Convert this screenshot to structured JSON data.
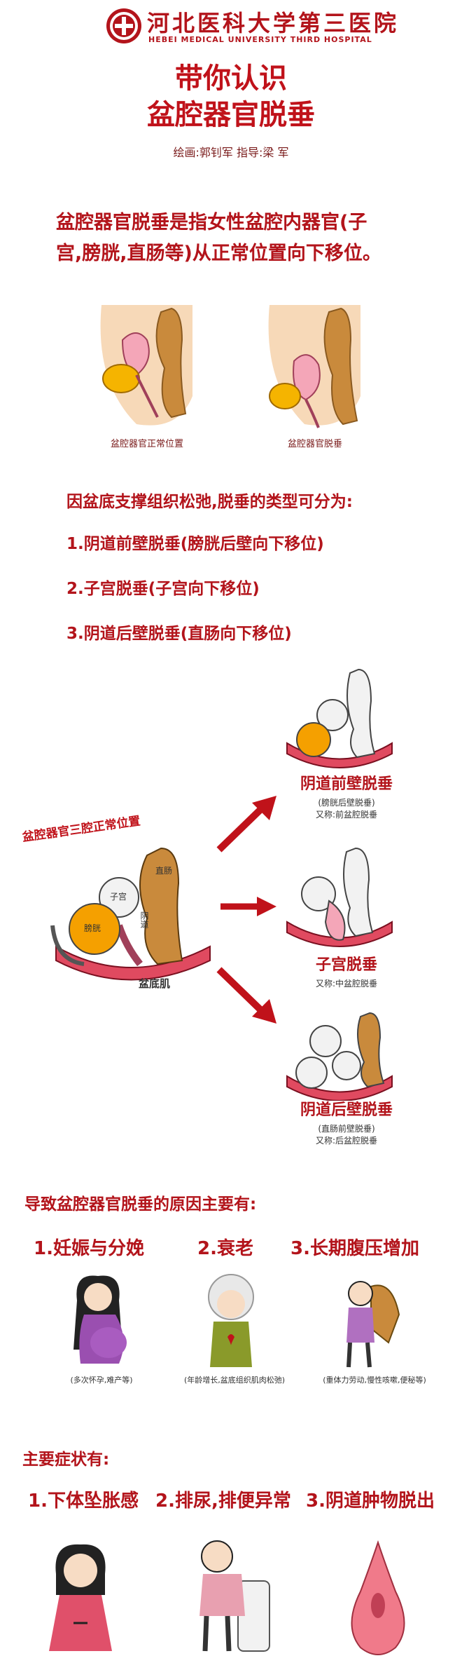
{
  "header": {
    "hospital_cn": "河北医科大学第三医院",
    "hospital_en": "HEBEI MEDICAL UNIVERSITY THIRD HOSPITAL"
  },
  "title": {
    "line1": "带你认识",
    "line2": "盆腔器官脱垂",
    "credits": "绘画:郭钊军  指导:梁 军"
  },
  "intro": {
    "text_line1": "盆腔器官脱垂是指女性盆腔内器官(子",
    "text_line2": "宫,膀胱,直肠等)从正常位置向下移位。"
  },
  "comparison": {
    "normal_caption": "盆腔器官正常位置",
    "prolapse_caption": "盆腔器官脱垂"
  },
  "types": {
    "heading": "因盆底支撑组织松弛,脱垂的类型可分为:",
    "items": [
      "1.阴道前壁脱垂(膀胱后壁向下移位)",
      "2.子宫脱垂(子宫向下移位)",
      "3.阴道后壁脱垂(直肠向下移位)"
    ]
  },
  "diagram": {
    "center_label": "盆腔器官三腔正常位置",
    "organ_uterus": "子宫",
    "organ_bladder": "膀胱",
    "organ_rectum": "直肠",
    "organ_vagina": "阴道",
    "pelvic_floor": "盆底肌",
    "outcomes": [
      {
        "title": "阴道前壁脱垂",
        "sub1": "(膀胱后壁脱垂)",
        "sub2": "又称:前盆腔脱垂"
      },
      {
        "title": "子宫脱垂",
        "sub1": "又称:中盆腔脱垂",
        "sub2": ""
      },
      {
        "title": "阴道后壁脱垂",
        "sub1": "(直肠前壁脱垂)",
        "sub2": "又称:后盆腔脱垂"
      }
    ]
  },
  "causes": {
    "heading": "导致盆腔器官脱垂的原因主要有:",
    "items": [
      {
        "title": "1.妊娠与分娩",
        "note": "(多次怀孕,难产等)"
      },
      {
        "title": "2.衰老",
        "note": "(年龄增长,盆底组织肌肉松弛)"
      },
      {
        "title": "3.长期腹压增加",
        "note": "(重体力劳动,慢性咳嗽,便秘等)"
      }
    ]
  },
  "symptoms": {
    "heading": "主要症状有:",
    "items": [
      {
        "title": "1.下体坠胀感"
      },
      {
        "title": "2.排尿,排便异常"
      },
      {
        "title": "3.阴道肿物脱出"
      }
    ]
  }
}
